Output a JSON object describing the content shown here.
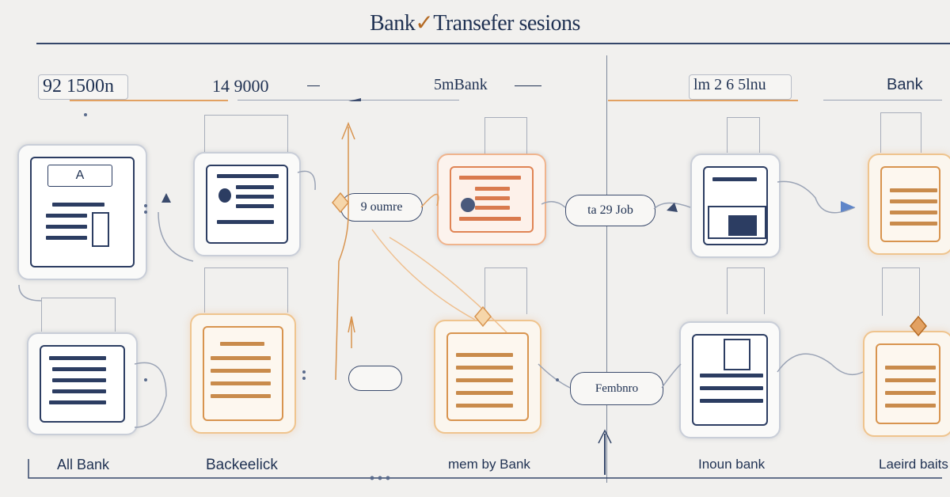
{
  "title": {
    "main": "Bank",
    "accent": "✓",
    "rest": "Transefer sesions"
  },
  "header": {
    "col1": "92 1500n",
    "col2": "14 9000",
    "col3": "5mBank",
    "col4": "lm 2 6 5lnu",
    "col5": "Bank"
  },
  "pills": {
    "top_center": "9 oumre",
    "top_right": "ta 29 Job",
    "bottom_right": "Fembnro",
    "top_left_node_label": "A"
  },
  "footer": {
    "col1": "All  Bank",
    "col2": "Backeelick",
    "col3": "mem by Bank",
    "col4": "Inoun bank",
    "col5": "Laeird baits"
  },
  "colors": {
    "navy": "#1f3152",
    "orange": "#d8944f",
    "peach": "#e08454",
    "background": "#f1f0ee"
  },
  "icons": [
    "document-icon",
    "chart-document-icon",
    "ledger-icon",
    "building-icon",
    "arrow-icon",
    "diamond-icon"
  ]
}
